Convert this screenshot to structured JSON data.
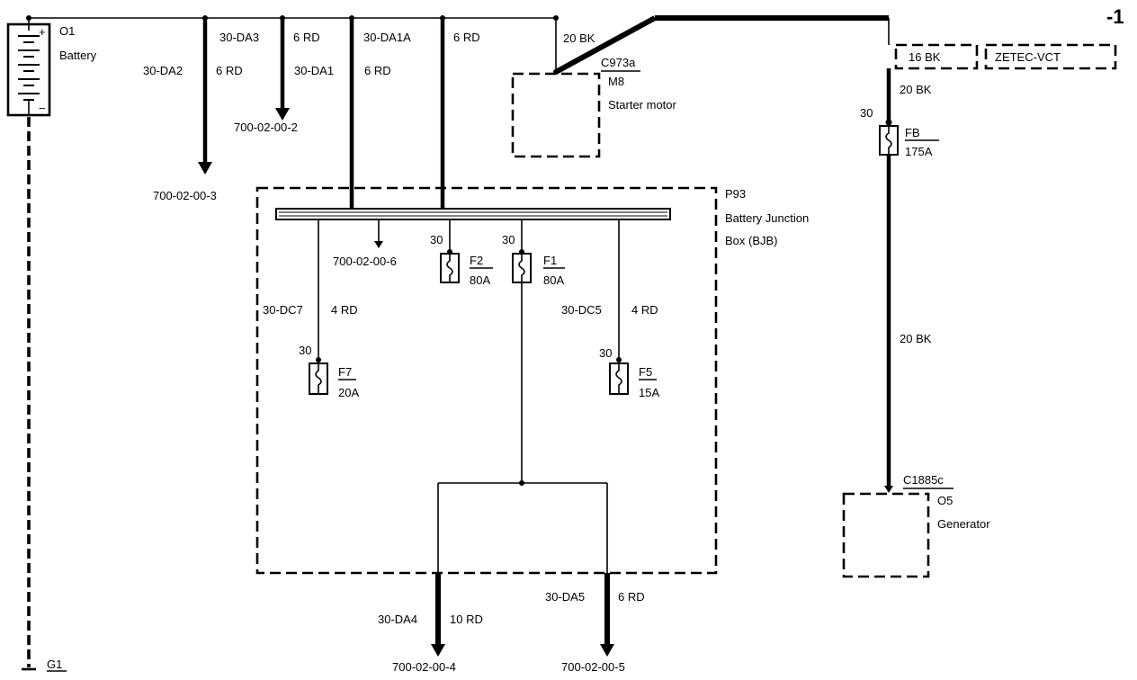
{
  "page_marker": "-1",
  "battery": {
    "id": "O1",
    "name": "Battery",
    "plus": "+",
    "minus": "−"
  },
  "ground": {
    "id": "G1"
  },
  "starter": {
    "connector": "C973a",
    "id": "M8",
    "name": "Starter motor"
  },
  "bjb": {
    "id": "P93",
    "name_line1": "Battery Junction",
    "name_line2": "Box (BJB)"
  },
  "generator": {
    "connector": "C1885c",
    "id": "O5",
    "name": "Generator"
  },
  "variant_boxes": [
    "16 BK",
    "ZETEC-VCT"
  ],
  "wires": {
    "da3": {
      "circuit": "30-DA3",
      "spec": "6 RD"
    },
    "da2": {
      "circuit": "30-DA2",
      "spec": "6 RD"
    },
    "da1": {
      "circuit": "30-DA1",
      "spec": "6 RD"
    },
    "da1a": {
      "circuit": "30-DA1A",
      "spec": "6 RD"
    },
    "starter_feed": {
      "spec": "20 BK"
    },
    "gen_top": {
      "spec": "20 BK"
    },
    "gen_mid": {
      "spec": "20 BK"
    },
    "dc7": {
      "circuit": "30-DC7",
      "spec": "4 RD"
    },
    "dc5": {
      "circuit": "30-DC5",
      "spec": "4 RD"
    },
    "da4": {
      "circuit": "30-DA4",
      "spec": "10 RD"
    },
    "da5": {
      "circuit": "30-DA5",
      "spec": "6 RD"
    }
  },
  "refs": {
    "r2": "700-02-00-2",
    "r3": "700-02-00-3",
    "r4": "700-02-00-4",
    "r5": "700-02-00-5",
    "r6": "700-02-00-6"
  },
  "fuses": {
    "fb": {
      "pin": "30",
      "id": "FB",
      "rating": "175A"
    },
    "f2": {
      "pin": "30",
      "id": "F2",
      "rating": "80A"
    },
    "f1": {
      "pin": "30",
      "id": "F1",
      "rating": "80A"
    },
    "f7": {
      "pin": "30",
      "id": "F7",
      "rating": "20A"
    },
    "f5": {
      "pin": "30",
      "id": "F5",
      "rating": "15A"
    }
  }
}
